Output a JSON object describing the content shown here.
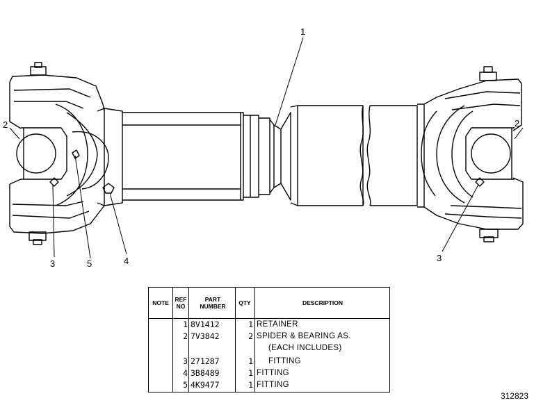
{
  "callouts": {
    "c1": "1",
    "c2_left": "2",
    "c2_right": "2",
    "c3_left": "3",
    "c3_right": "3",
    "c4": "4",
    "c5": "5"
  },
  "table": {
    "headers": {
      "note": "NOTE",
      "ref": "REF NO",
      "part": "PART NUMBER",
      "qty": "QTY",
      "description": "DESCRIPTION"
    },
    "rows": [
      {
        "ref": "1",
        "part": "8V1412",
        "qty": "1",
        "description": "RETAINER"
      },
      {
        "ref": "2",
        "part": "7V3842",
        "qty": "2",
        "description": "SPIDER & BEARING AS."
      },
      {
        "ref": "",
        "part": "",
        "qty": "",
        "description": "(EACH INCLUDES)"
      },
      {
        "ref": "3",
        "part": "271287",
        "qty": "1",
        "description": "FITTING"
      },
      {
        "ref": "4",
        "part": "3B8489",
        "qty": "1",
        "description": "FITTING"
      },
      {
        "ref": "5",
        "part": "4K9477",
        "qty": "1",
        "description": "FITTING"
      }
    ]
  },
  "reference_code": "312823"
}
